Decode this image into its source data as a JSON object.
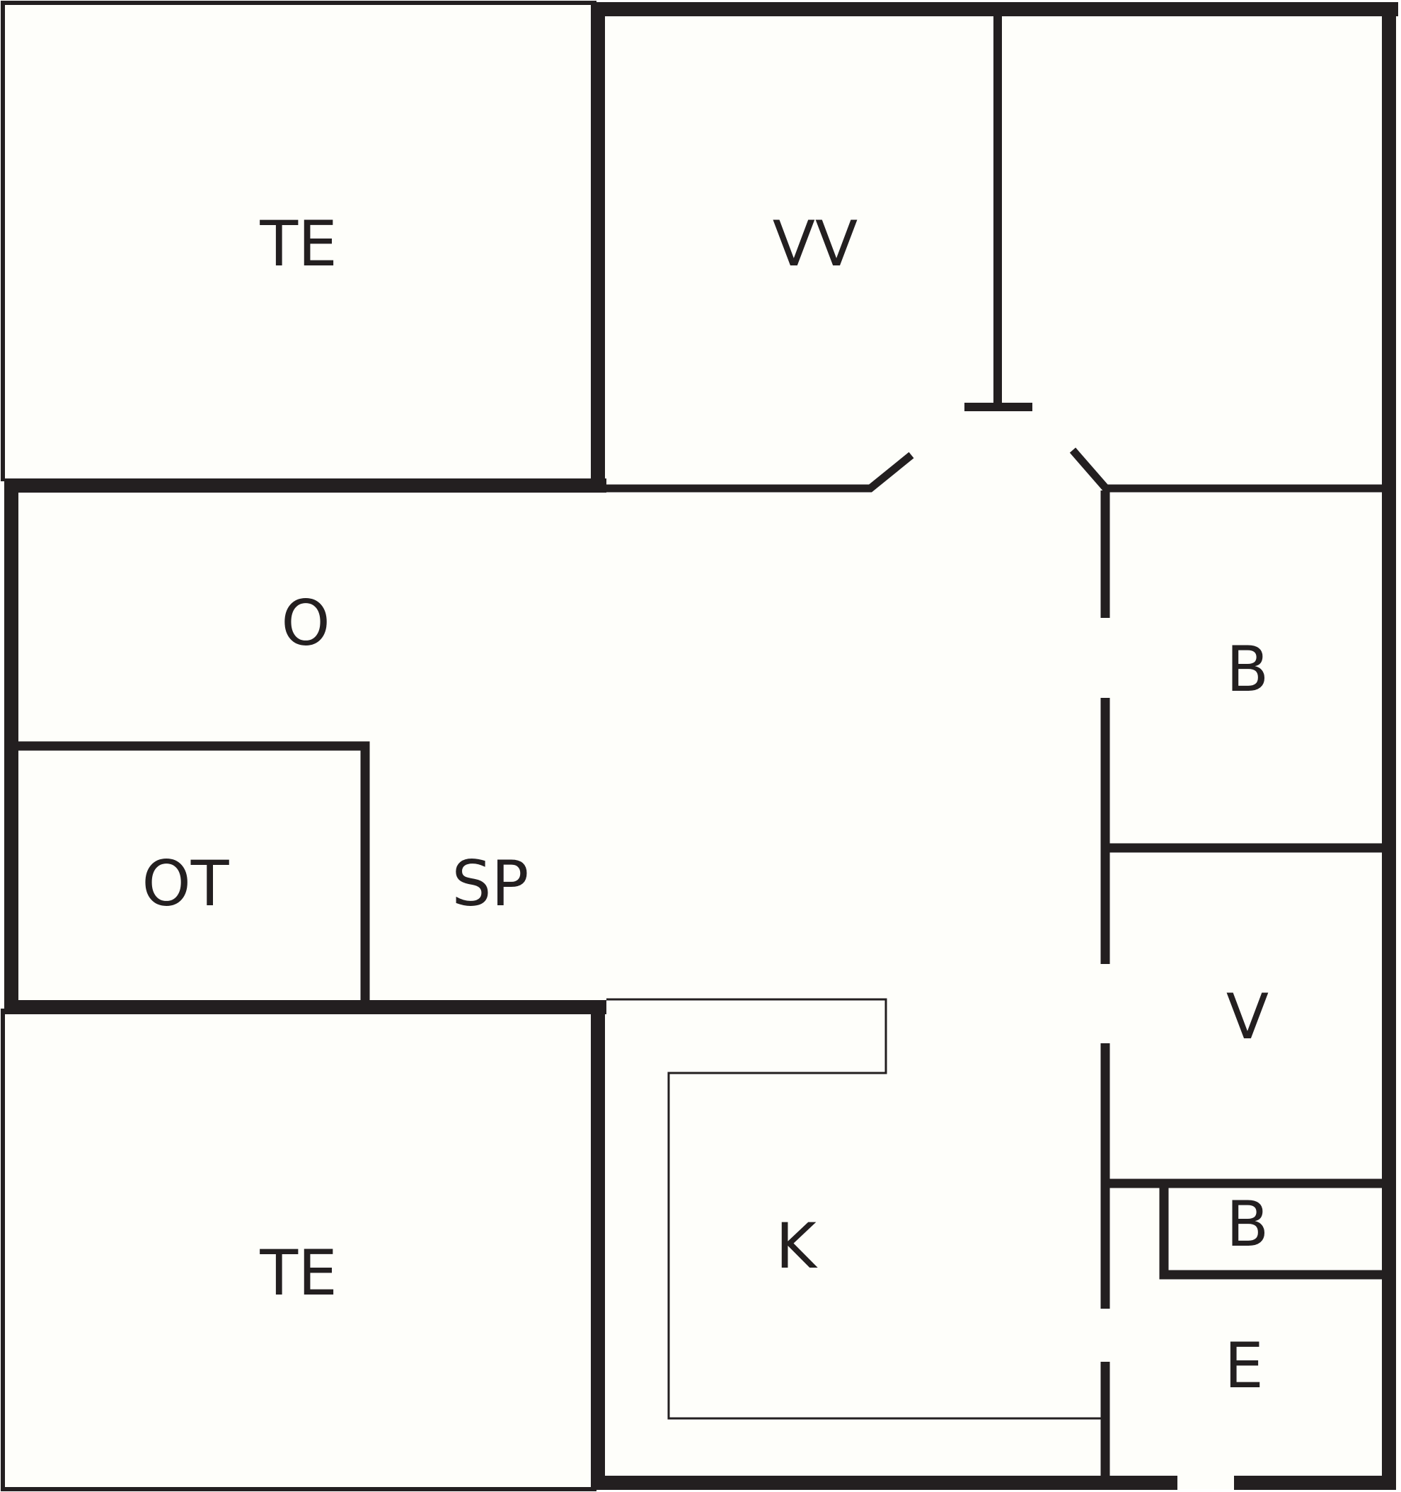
{
  "colors": {
    "wall": "#231f20",
    "floor": "#fefefa",
    "background": "#ffffff"
  },
  "rooms": {
    "te_top": "TE",
    "vv": "VV",
    "o": "O",
    "b_upper": "B",
    "ot": "OT",
    "sp": "SP",
    "v": "V",
    "te_bottom": "TE",
    "k": "K",
    "b_lower": "B",
    "e": "E"
  }
}
